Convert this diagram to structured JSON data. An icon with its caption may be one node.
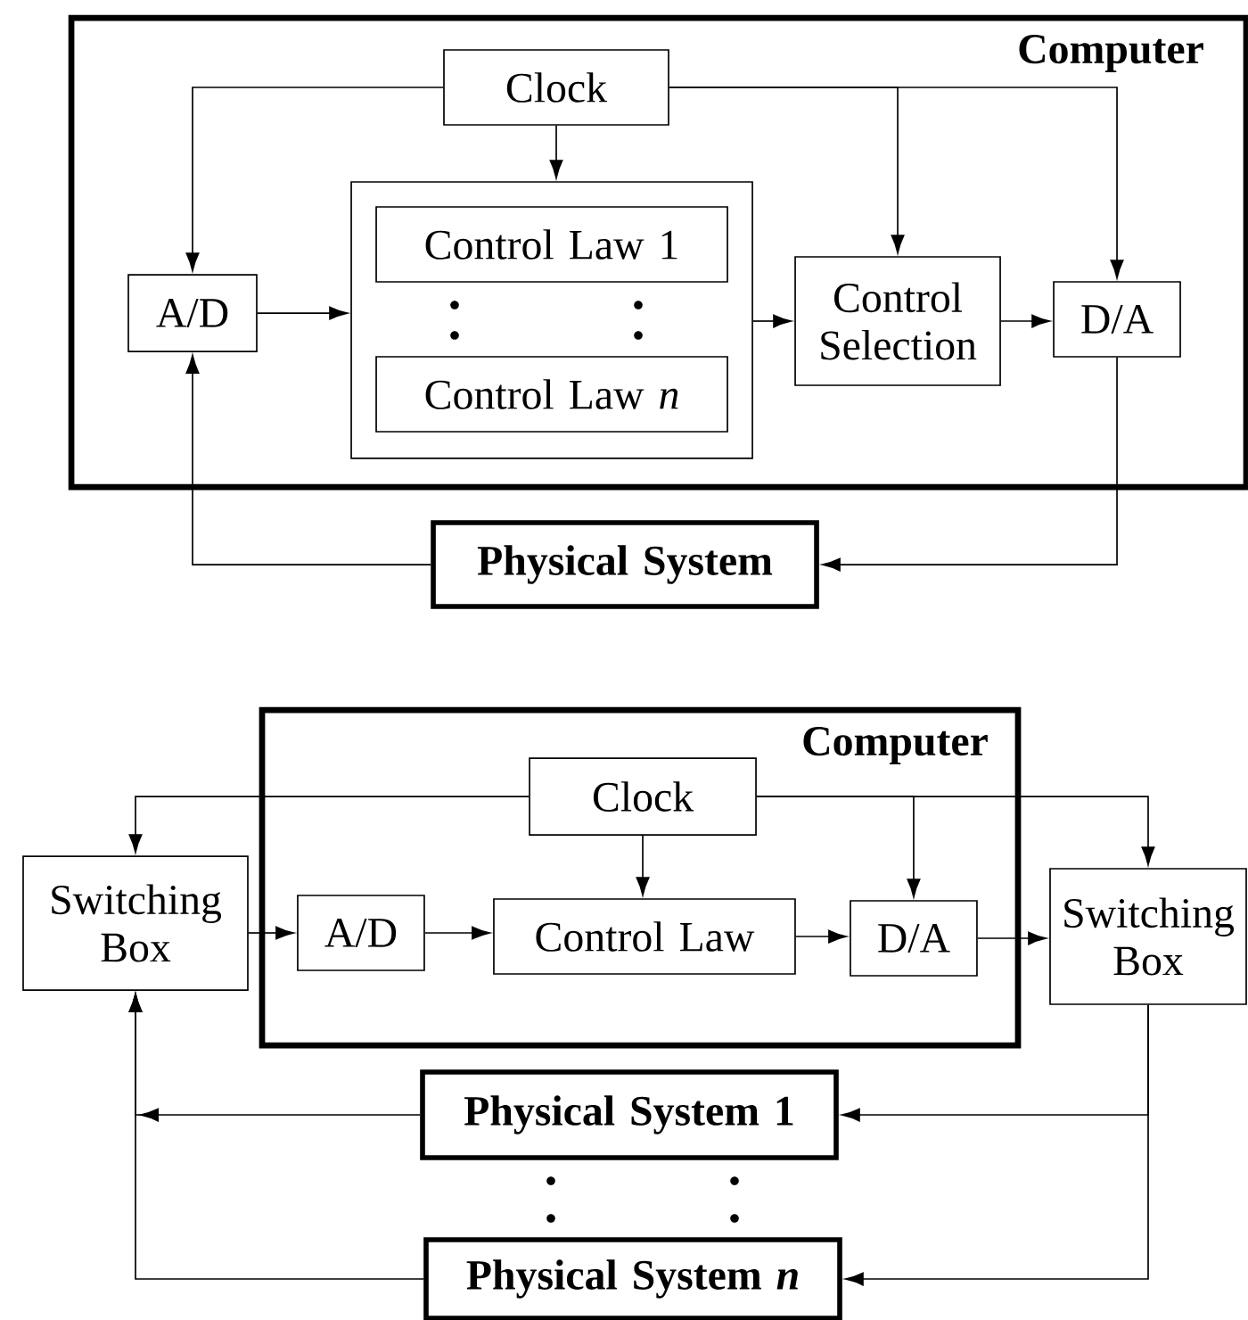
{
  "diagram": {
    "nodes": [
      {
        "text": [
          "Computer"
        ]
      },
      {
        "text": [
          "Clock"
        ],
        "in": 0
      },
      {
        "text": [],
        "shape": "box",
        "in": 0
      },
      {
        "text": [
          "Control Law 1"
        ],
        "in": 2
      },
      {
        "text": [
          "Control Law *n*"
        ],
        "in": 2
      },
      {
        "text": [
          "A/D"
        ],
        "in": 0
      },
      {
        "text": [
          "Control Selection"
        ],
        "in": 0
      },
      {
        "text": [
          "D/A"
        ],
        "in": 0
      },
      {
        "text": [
          "Physical System"
        ]
      },
      {
        "text": [
          "Computer"
        ]
      },
      {
        "text": [
          "Clock"
        ],
        "in": 9
      },
      {
        "text": [
          "Switching Box"
        ]
      },
      {
        "text": [
          "A/D"
        ],
        "in": 9
      },
      {
        "text": [
          "Control Law"
        ],
        "in": 9
      },
      {
        "text": [
          "D/A"
        ],
        "in": 9
      },
      {
        "text": [
          "Switching Box"
        ]
      },
      {
        "text": [
          "Physical System 1"
        ]
      },
      {
        "text": [
          "Physical System *n*"
        ]
      }
    ],
    "edges": [
      {
        "from": 1,
        "to": 5,
        "arrow": "to"
      },
      {
        "from": 1,
        "to": 2,
        "arrow": "to"
      },
      {
        "from": 1,
        "to": 6,
        "arrow": "to"
      },
      {
        "from": 1,
        "to": 7,
        "arrow": "to"
      },
      {
        "from": 5,
        "to": 2,
        "arrow": "to"
      },
      {
        "from": 2,
        "to": 6,
        "arrow": "to"
      },
      {
        "from": 6,
        "to": 7,
        "arrow": "to"
      },
      {
        "from": 7,
        "to": 8,
        "arrow": "to"
      },
      {
        "from": 8,
        "to": 5,
        "arrow": "to"
      },
      {
        "from": 10,
        "to": 11,
        "arrow": "to"
      },
      {
        "from": 10,
        "to": 13,
        "arrow": "to"
      },
      {
        "from": 10,
        "to": 14,
        "arrow": "to"
      },
      {
        "from": 10,
        "to": 15,
        "arrow": "to"
      },
      {
        "from": 11,
        "to": 12,
        "arrow": "to"
      },
      {
        "from": 12,
        "to": 13,
        "arrow": "to"
      },
      {
        "from": 13,
        "to": 14,
        "arrow": "to"
      },
      {
        "from": 14,
        "to": 15,
        "arrow": "to"
      },
      {
        "from": 15,
        "to": 16,
        "arrow": "to"
      },
      {
        "from": 15,
        "to": 17,
        "arrow": "to"
      },
      {
        "from": 16,
        "to": 11,
        "arrow": "to"
      },
      {
        "from": 17,
        "to": 11,
        "arrow": "to"
      }
    ]
  }
}
